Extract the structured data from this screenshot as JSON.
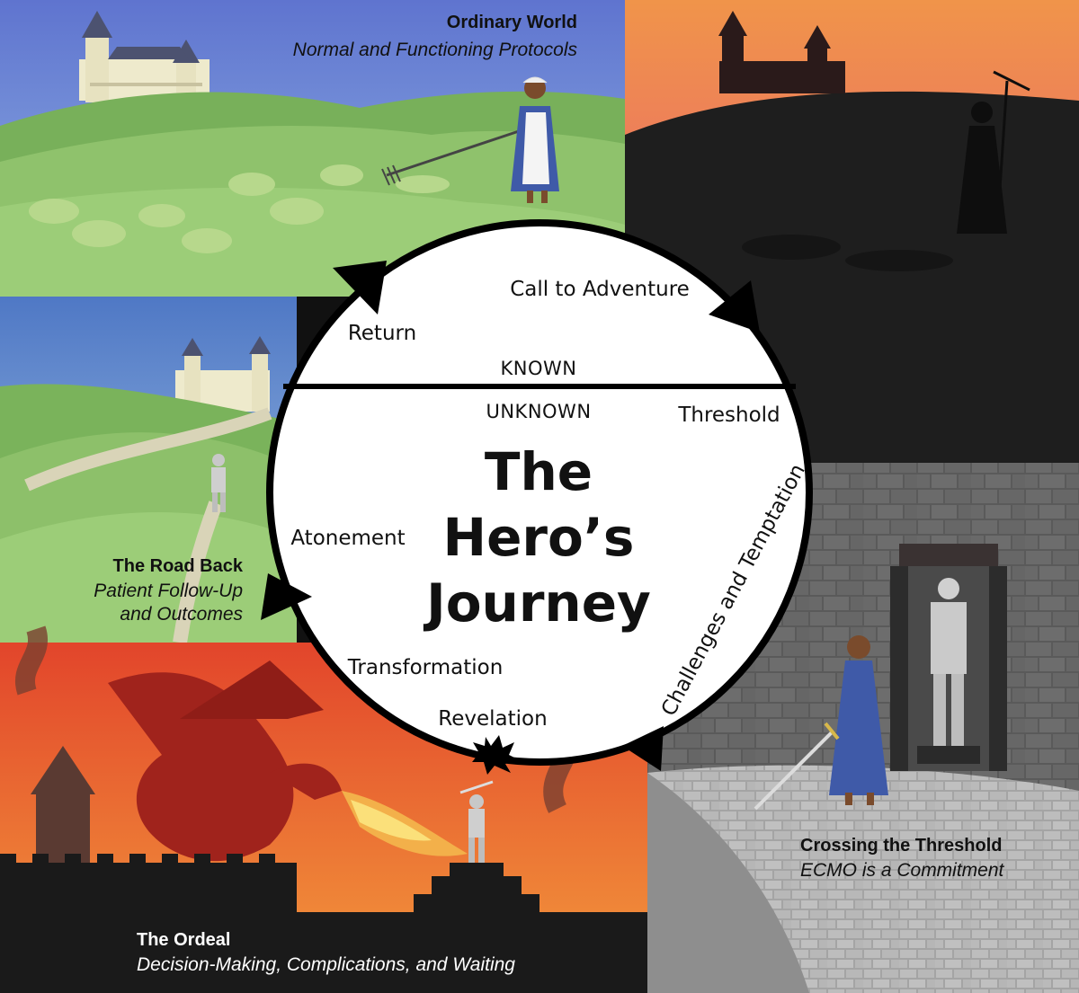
{
  "panels": {
    "ordinary_world": {
      "title": "Ordinary World",
      "subtitle": "Normal and Functioning Protocols"
    },
    "road_back": {
      "title": "The Road Back",
      "subtitle_line1": "Patient Follow-Up",
      "subtitle_line2": "and Outcomes"
    },
    "ordeal": {
      "title": "The Ordeal",
      "subtitle": "Decision-Making, Complications, and Waiting"
    },
    "crossing": {
      "title": "Crossing the Threshold",
      "subtitle": "ECMO is a Commitment"
    }
  },
  "circle": {
    "title_line1": "The",
    "title_line2": "Hero’s",
    "title_line3": "Journey",
    "known": "KNOWN",
    "unknown": "UNKNOWN",
    "stages": {
      "call": "Call to Adventure",
      "threshold": "Threshold",
      "challenges": "Challenges and Temptation",
      "revelation": "Revelation",
      "transformation": "Transformation",
      "atonement": "Atonement",
      "return": "Return"
    }
  },
  "colors": {
    "sky_blue": "#6f86d6",
    "grass_green": "#8cc06a",
    "sunset_orange": "#f08a3e",
    "sunset_pink": "#e8537a",
    "night_black": "#1e1e1e",
    "stone_gray": "#7a7a7a",
    "fire_red": "#e0452a",
    "dragon_red": "#a0231c"
  },
  "icons": [
    "castle-icon",
    "farmer-icon",
    "knight-icon",
    "dragon-icon",
    "sword-icon",
    "arrowhead-icon"
  ]
}
